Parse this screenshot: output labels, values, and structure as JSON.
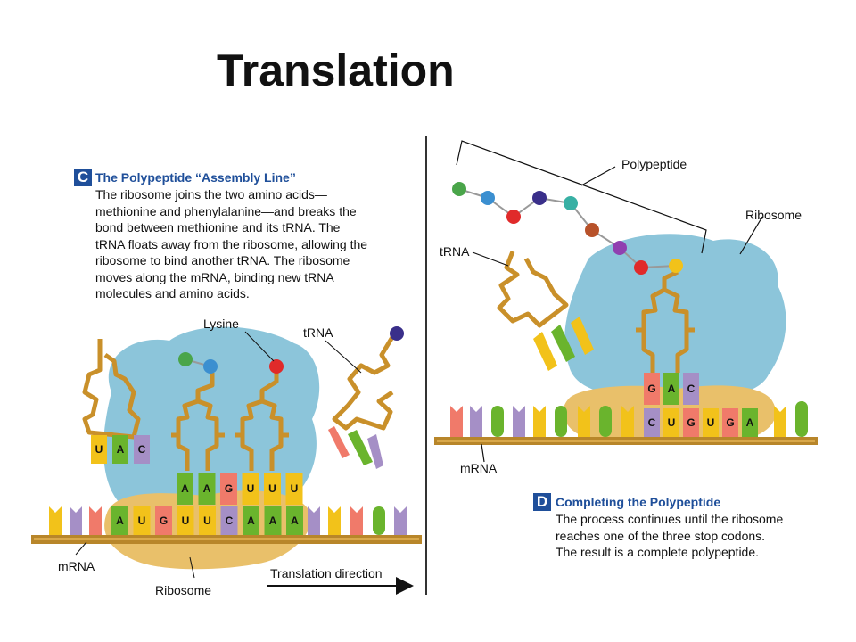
{
  "title": "Translation",
  "panel_c": {
    "letter": "C",
    "heading": "The Polypeptide “Assembly Line”",
    "body": [
      "The ribosome joins the two amino acids—",
      "methionine and phenylalanine—and breaks the",
      "bond between methionine and its tRNA. The",
      "tRNA floats away from the ribosome, allowing the",
      "ribosome to bind another tRNA. The ribosome",
      "moves along the mRNA, binding new tRNA",
      "molecules and amino acids."
    ]
  },
  "panel_d": {
    "letter": "D",
    "heading": "Completing the Polypeptide",
    "body": [
      "The process continues until the ribosome",
      "reaches one of the three stop codons.",
      "The result is a complete polypeptide."
    ]
  },
  "left_labels": {
    "lysine": "Lysine",
    "trna": "tRNA",
    "mrna": "mRNA",
    "ribosome": "Ribosome",
    "direction": "Translation direction"
  },
  "right_labels": {
    "polypeptide": "Polypeptide",
    "ribosome": "Ribosome",
    "trna": "tRNA",
    "mrna": "mRNA"
  },
  "left_codons_mrna": [
    "A",
    "U",
    "G",
    "U",
    "U",
    "C",
    "A",
    "A",
    "A"
  ],
  "left_anticodons": [
    "A",
    "A",
    "G",
    "U",
    "U",
    "U"
  ],
  "left_exiting_trna": [
    "U",
    "A",
    "C"
  ],
  "right_anticodon": [
    "G",
    "A",
    "C"
  ],
  "right_mrna": [
    "C",
    "U",
    "G",
    "U",
    "G",
    "A"
  ],
  "colors": {
    "A": "#6ab42d",
    "U": "#f2c21a",
    "G": "#f07a6a",
    "C": "#a58fc6",
    "ribosome": "#7fbfd6",
    "ribosome_base": "#e9c06a",
    "trna": "#c9902a",
    "heading": "#1f4f9a"
  }
}
